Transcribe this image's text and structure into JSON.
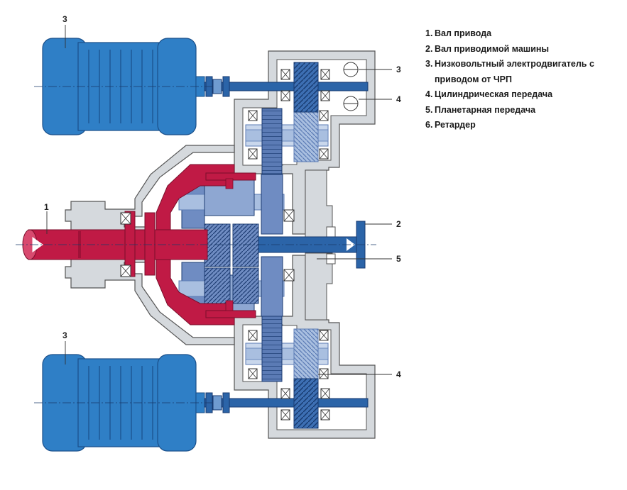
{
  "legend": {
    "items": [
      {
        "num": "1.",
        "text": "Вал привода"
      },
      {
        "num": "2.",
        "text": "Вал приводимой машины"
      },
      {
        "num": "3.",
        "text": "Низковольтный электродвигатель с приводом от ЧРП"
      },
      {
        "num": "4.",
        "text": "Цилиндрическая передача"
      },
      {
        "num": "5.",
        "text": "Планетарная передача"
      },
      {
        "num": "6.",
        "text": "Ретардер"
      }
    ]
  },
  "callouts": {
    "motor_top": "3",
    "motor_bottom": "3",
    "drive_shaft": "1",
    "driven_shaft": "2",
    "motor_ref_right": "3",
    "spur_top": "4",
    "spur_bottom": "4",
    "planetary": "5"
  },
  "colors": {
    "motor": "#2f7fc6",
    "motor_dark": "#1f5f9f",
    "shaft_blue": "#2b64a8",
    "shaft_red": "#c01a45",
    "gear_light": "#a9bfe0",
    "gear_dark": "#5b7bb5",
    "housing": "#cfd3d8"
  }
}
